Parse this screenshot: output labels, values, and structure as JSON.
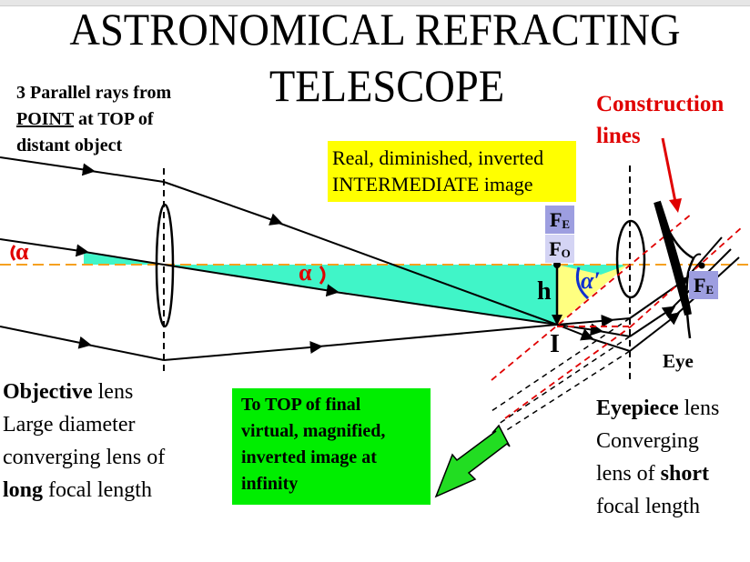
{
  "title": {
    "line1": "ASTRONOMICAL REFRACTING",
    "line2": "TELESCOPE"
  },
  "rays_label": {
    "line1": "3 Parallel rays from",
    "line2_underlined": "POINT",
    "line2_rest": " at TOP of",
    "line3": "distant object"
  },
  "construction_label": {
    "line1": "Construction",
    "line2": "lines"
  },
  "intermediate_image_box": {
    "line1": "Real, diminished, inverted",
    "line2": "INTERMEDIATE image"
  },
  "final_image_box": {
    "line1": "To TOP of final",
    "line2": "virtual, magnified,",
    "line3": "inverted image at",
    "line4": "infinity"
  },
  "objective_label": {
    "bold1": "Objective",
    "rest1": " lens",
    "line2": "Large diameter",
    "line3": "converging lens of",
    "bold4": "long",
    "rest4": " focal length"
  },
  "eyepiece_label": {
    "bold1": "Eyepiece",
    "rest1": " lens",
    "line2": "Converging",
    "line3_pre": "lens of ",
    "bold3": "short",
    "line4": "focal length"
  },
  "focal_points": {
    "fe_main": "F",
    "fe_sub": "E",
    "fo_main": "F",
    "fo_sub": "O"
  },
  "symbols": {
    "alpha_left": "α",
    "alpha_mid": "α",
    "alpha_prime": "α′",
    "height": "h",
    "image": "I",
    "eye": "Eye"
  },
  "colors": {
    "axis": "#f5a020",
    "cyan_fill": "#40f5c8",
    "yellow_fill": "#ffff80",
    "alpha_red": "#e00000",
    "alpha_blue": "#1030d0",
    "construction_red": "#e00000",
    "green_arrow": "#22dd22"
  }
}
